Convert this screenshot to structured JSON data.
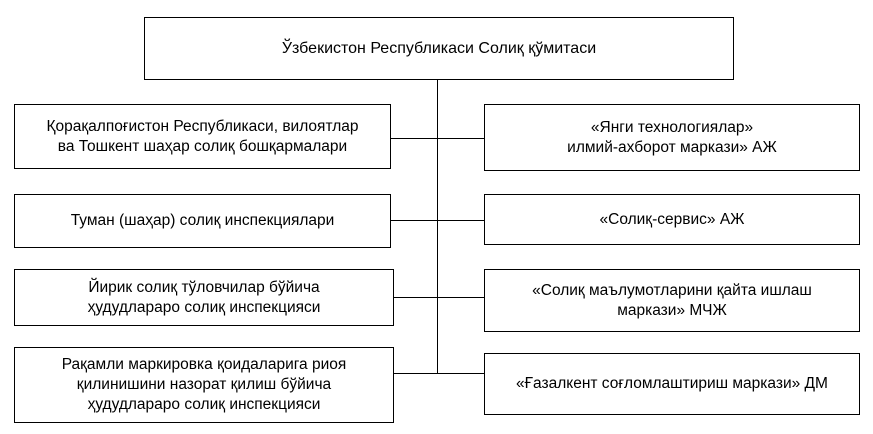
{
  "diagram": {
    "root": "Ўзбекистон Республикаси Солиқ қўмитаси",
    "left_units": [
      "Қорақалпоғистон Республикаси, вилоятлар\nва Тошкент шаҳар солиқ бошқармалари",
      "Туман (шаҳар) солиқ инспекциялари",
      "Йирик солиқ тўловчилар бўйича\nҳудудлараро солиқ инспекцияси",
      "Рақамли маркировка қоидаларига риоя\nқилинишини назорат қилиш бўйича\nҳудудлараро солиқ инспекцияси"
    ],
    "right_units": [
      "«Янги технологиялар»\nилмий-ахборот маркази» АЖ",
      "«Солиқ-сервис» АЖ",
      "«Солиқ маълумотларини қайта ишлаш\nмаркази» МЧЖ",
      "«Ғазалкент соғломлаштириш маркази» ДМ"
    ]
  }
}
